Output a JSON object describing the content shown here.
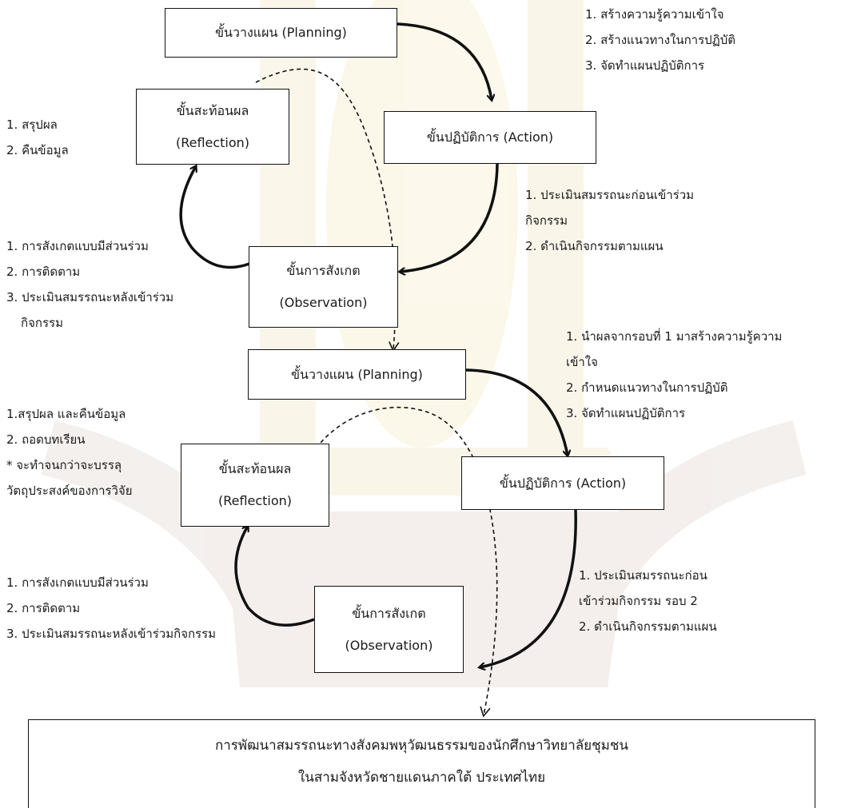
{
  "boxes": {
    "plan1": "ขั้นวางแผน (Planning)",
    "action1": "ขั้นปฏิบัติการ (Action)",
    "reflect1": [
      "ขั้นสะท้อนผล",
      "(Reflection)"
    ],
    "observe1": [
      "ขั้นการสังเกต",
      "(Observation)"
    ],
    "plan2": "ขั้นวางแผน (Planning)",
    "action2": "ขั้นปฏิบัติการ (Action)",
    "reflect2": [
      "ขั้นสะท้อนผล",
      "(Reflection)"
    ],
    "observe2": [
      "ขั้นการสังเกต",
      "(Observation)"
    ]
  },
  "notes": {
    "plan1": [
      "1. สร้างความรู้ความเข้าใจ",
      "2. สร้างแนวทางในการปฏิบัติ",
      "3. จัดทำแผนปฏิบัติการ"
    ],
    "reflect1": [
      "1. สรุปผล",
      "2. คืนข้อมูล"
    ],
    "action1": [
      "1. ประเมินสมรรถนะก่อนเข้าร่วม",
      "กิจกรรม",
      "2. ดำเนินกิจกรรมตามแผน"
    ],
    "observe1": [
      "1. การสังเกตแบบมีส่วนร่วม",
      "2. การติดตาม",
      "3. ประเมินสมรรถนะหลังเข้าร่วม",
      "กิจกรรม"
    ],
    "plan2": [
      "1. นำผลจากรอบที่ 1 มาสร้างความรู้ความ",
      "เข้าใจ",
      "2. กำหนดแนวทางในการปฏิบัติ",
      "3. จัดทำแผนปฏิบัติการ"
    ],
    "reflect2": [
      "1.สรุปผล และคืนข้อมูล",
      "2. ถอดบทเรียน",
      "* จะทำจนกว่าจะบรรลุ",
      "วัตถุประสงค์ของการวิจัย"
    ],
    "action2": [
      "1. ประเมินสมรรถนะก่อน",
      "เข้าร่วมกิจกรรม รอบ 2",
      "2. ดำเนินกิจกรรมตามแผน"
    ],
    "observe2": [
      "1. การสังเกตแบบมีส่วนร่วม",
      "2. การติดตาม",
      "3. ประเมินสมรรถนะหลังเข้าร่วมกิจกรรม"
    ]
  },
  "final": [
    "การพัฒนาสมรรถนะทางสังคมพหุวัฒนธรรมของนักศึกษาวิทยาลัยชุมชน",
    "ในสามจังหวัดชายแดนภาคใต้ ประเทศไทย"
  ]
}
